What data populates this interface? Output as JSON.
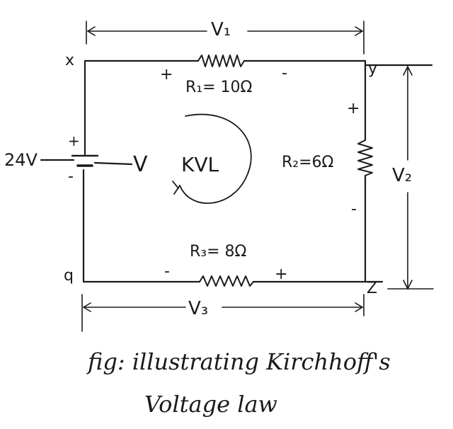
{
  "nodes": {
    "x": "x",
    "y": "y",
    "z": "Z",
    "q": "q"
  },
  "source": {
    "label": "24V",
    "symbol": "V",
    "plus": "+",
    "minus": "-"
  },
  "loop": {
    "label": "KVL"
  },
  "resistors": {
    "r1": {
      "label": "R₁= 10Ω",
      "plus": "+",
      "minus": "-"
    },
    "r2": {
      "label": "R₂=6Ω",
      "plus": "+",
      "minus": "-"
    },
    "r3": {
      "label": "R₃= 8Ω",
      "plus": "+",
      "minus": "-"
    }
  },
  "voltages": {
    "v1": "V₁",
    "v2": "V₂",
    "v3": "V₃"
  },
  "caption": {
    "line1": "fig: illustrating Kirchhoff's",
    "line2": "Voltage law"
  }
}
